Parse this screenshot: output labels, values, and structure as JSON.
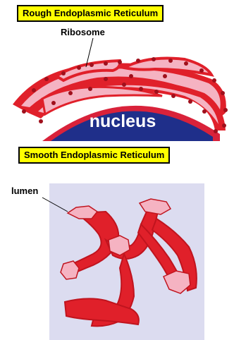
{
  "rough_er": {
    "title": "Rough Endoplasmic Reticulum",
    "ribosome_label": "Ribosome",
    "nucleus_label": "nucleus"
  },
  "smooth_er": {
    "title": "Smooth Endoplasmic Reticulum",
    "lumen_label": "lumen"
  },
  "colors": {
    "title_bg": "#ffff00",
    "membrane_red": "#e0202a",
    "lumen_pink": "#f5b3c2",
    "ribosome_dark": "#a0101c",
    "nucleus_blue": "#1f2f8a",
    "nuclear_envelope": "#d9223a",
    "smooth_bg": "#dcdcf0"
  }
}
